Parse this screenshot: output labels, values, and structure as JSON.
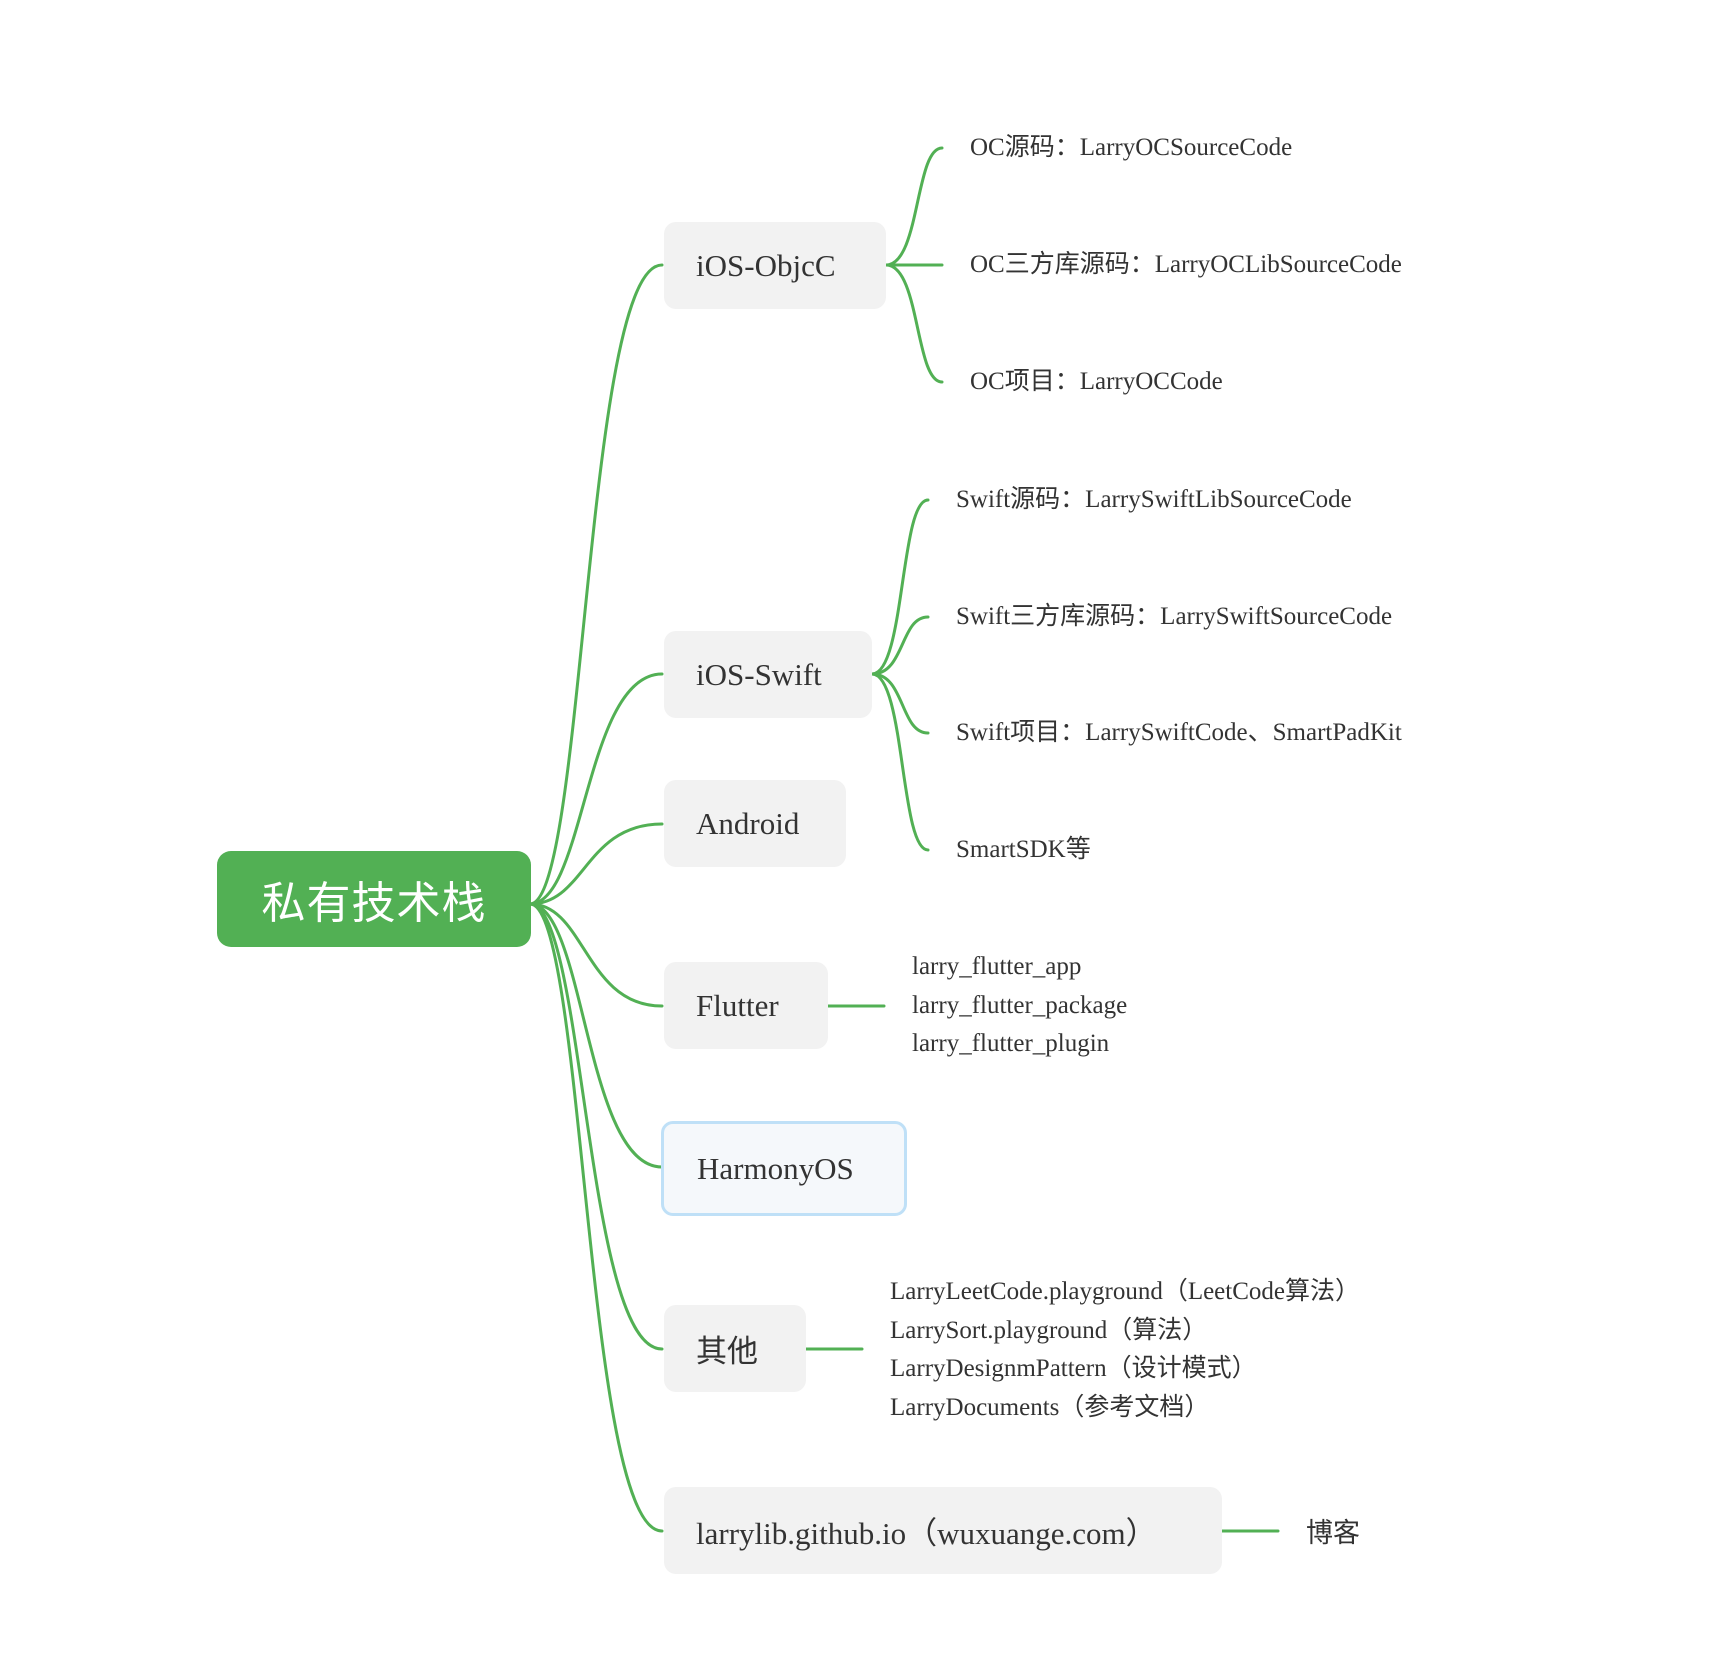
{
  "root": {
    "label": "私有技术栈"
  },
  "branches": {
    "objc": {
      "label": "iOS-ObjcC",
      "items": [
        "OC源码：LarryOCSourceCode",
        "OC三方库源码：LarryOCLibSourceCode",
        "OC项目：LarryOCCode"
      ]
    },
    "swift": {
      "label": "iOS-Swift",
      "items": [
        "Swift源码：LarrySwiftLibSourceCode",
        "Swift三方库源码：LarrySwiftSourceCode",
        "Swift项目：LarrySwiftCode、SmartPadKit",
        "SmartSDK等"
      ]
    },
    "android": {
      "label": "Android"
    },
    "flutter": {
      "label": "Flutter",
      "items": [
        "larry_flutter_app",
        "larry_flutter_package",
        "larry_flutter_plugin"
      ]
    },
    "harmony": {
      "label": "HarmonyOS"
    },
    "other": {
      "label": "其他",
      "items": [
        "LarryLeetCode.playground（LeetCode算法）",
        "LarrySort.playground（算法）",
        "LarryDesignmPattern（设计模式）",
        "LarryDocuments（参考文档）"
      ]
    },
    "blog": {
      "label": "larrylib.github.io（wuxuange.com）",
      "items": [
        "博客"
      ]
    }
  },
  "colors": {
    "line": "#52b054",
    "root_fill": "#52b054",
    "node_fill": "#f2f2f2",
    "selected_border": "#bfe0f7"
  }
}
